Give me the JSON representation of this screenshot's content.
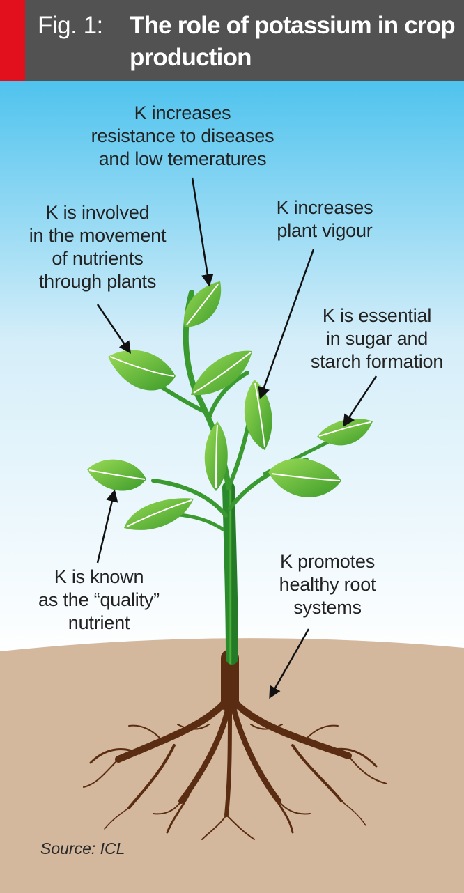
{
  "figure": {
    "label": "Fig. 1:",
    "title": "The role of potassium in crop production",
    "source": "Source: ICL"
  },
  "annotations": {
    "resistance": "K increases\nresistance to diseases\nand low temeratures",
    "movement": "K is involved\nin the movement\nof nutrients\nthrough plants",
    "vigour": "K increases\nplant vigour",
    "sugar": "K is essential\nin sugar and\nstarch formation",
    "quality": "K is known\nas the “quality”\nnutrient",
    "roots": "K promotes\nhealthy root\nsystems"
  },
  "colors": {
    "header_bg": "#525252",
    "accent": "#e2101d",
    "sky_top": "#4fc3ee",
    "sky_bottom": "#ffffff",
    "soil": "#d4b89d",
    "leaf_light": "#8ed34a",
    "leaf_dark": "#3c9b2a",
    "stem": "#2f9431",
    "root": "#5a2d12"
  }
}
